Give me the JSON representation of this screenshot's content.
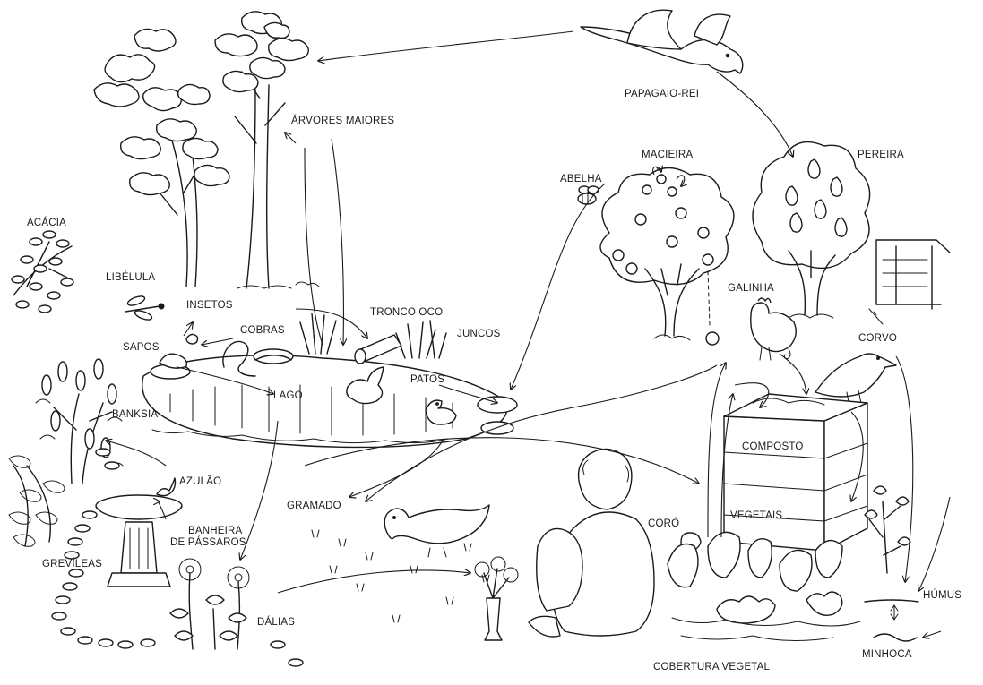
{
  "labels": {
    "papagaio": "PAPAGAIO-REI",
    "arvores": "ÁRVORES MAIORES",
    "macieira": "MACIEIRA",
    "pereira": "PEREIRA",
    "abelha": "ABELHA",
    "acacia": "ACÁCIA",
    "libelula": "LIBÉLULA",
    "insetos": "INSETOS",
    "cobras": "COBRAS",
    "tronco": "TRONCO OCO",
    "juncos": "JUNCOS",
    "sapos": "SAPOS",
    "galinha": "GALINHA",
    "corvo": "CORVO",
    "patos": "PATOS",
    "lago": "LAGO",
    "banksia": "BANKSIA",
    "azulao": "AZULÃO",
    "composto": "COMPOSTO",
    "gramado": "GRAMADO",
    "vegetais": "VEGETAIS",
    "coro": "CORÓ",
    "banheira1": "BANHEIRA",
    "banheira2": "DE PÁSSAROS",
    "grevileas": "GREVÍLEAS",
    "dalias": "DÁLIAS",
    "humus": "HÚMUS",
    "minhoca": "MINHOCA",
    "cobertura": "COBERTURA VEGETAL"
  }
}
